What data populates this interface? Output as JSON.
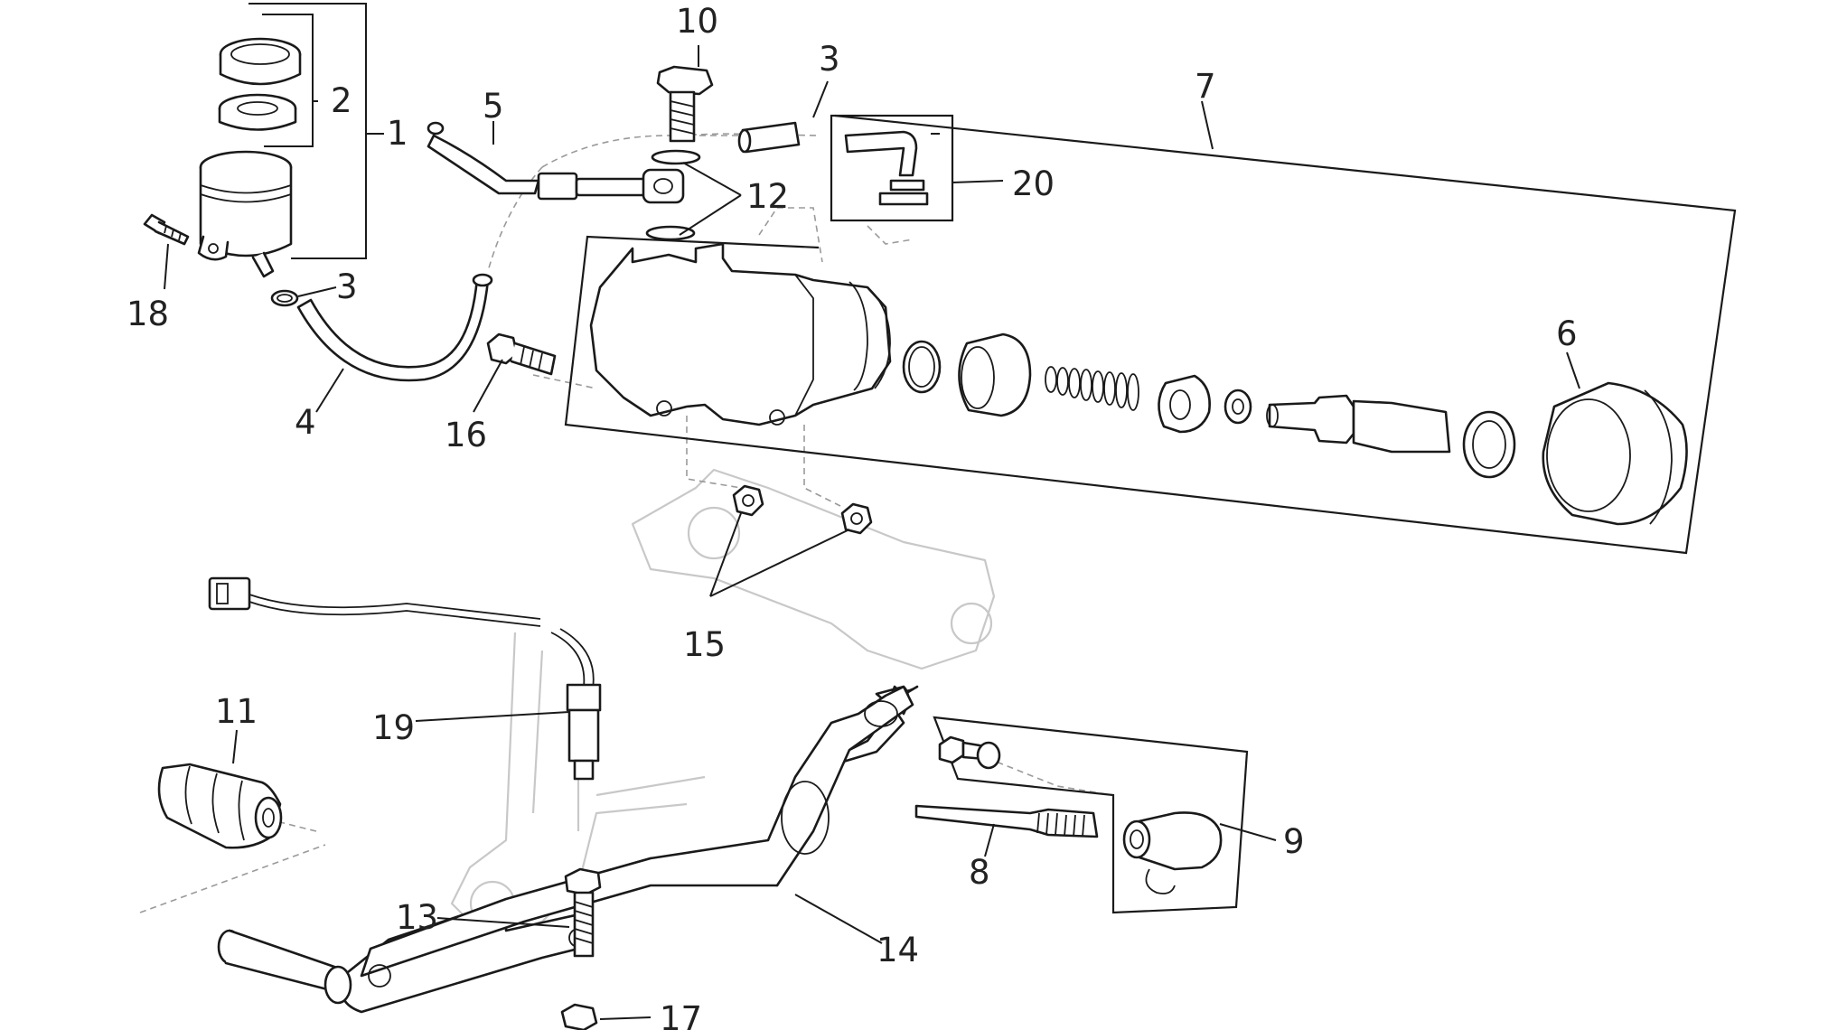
{
  "diagram": {
    "callouts": [
      {
        "id": "c1",
        "text": "1"
      },
      {
        "id": "c2",
        "text": "2"
      },
      {
        "id": "c3a",
        "text": "3"
      },
      {
        "id": "c3b",
        "text": "3"
      },
      {
        "id": "c4",
        "text": "4"
      },
      {
        "id": "c5",
        "text": "5"
      },
      {
        "id": "c6",
        "text": "6"
      },
      {
        "id": "c7",
        "text": "7"
      },
      {
        "id": "c8",
        "text": "8"
      },
      {
        "id": "c9",
        "text": "9"
      },
      {
        "id": "c10",
        "text": "10"
      },
      {
        "id": "c11",
        "text": "11"
      },
      {
        "id": "c12",
        "text": "12"
      },
      {
        "id": "c13",
        "text": "13"
      },
      {
        "id": "c14",
        "text": "14"
      },
      {
        "id": "c15",
        "text": "15"
      },
      {
        "id": "c16",
        "text": "16"
      },
      {
        "id": "c17",
        "text": "17"
      },
      {
        "id": "c18",
        "text": "18"
      },
      {
        "id": "c19",
        "text": "19"
      },
      {
        "id": "c20",
        "text": "20"
      }
    ]
  }
}
